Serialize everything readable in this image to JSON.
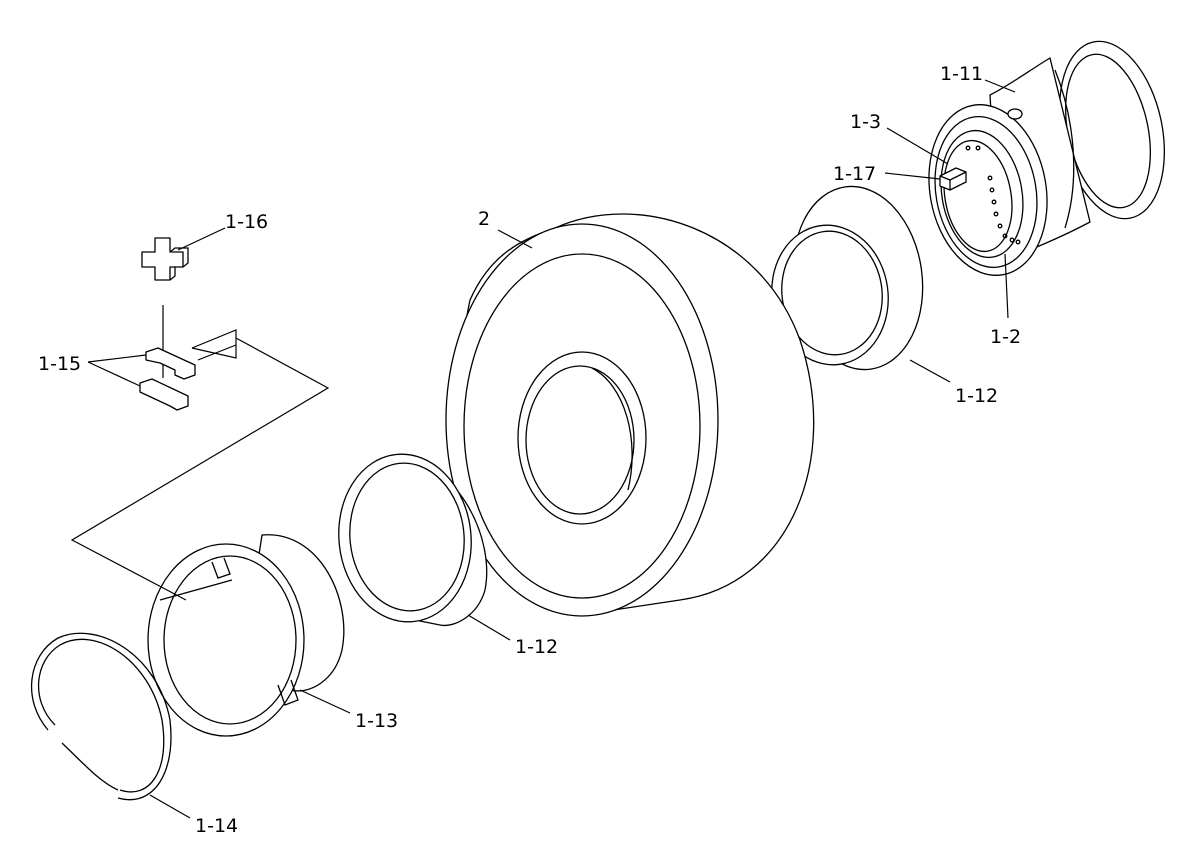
{
  "diagram": {
    "kind": "exploded-parts-view",
    "line_color": "#000000",
    "background_color": "#ffffff",
    "callouts": {
      "p1_11": "1-11",
      "p1_3": "1-3",
      "p1_17": "1-17",
      "p1_2": "1-2",
      "p1_12_right": "1-12",
      "p2": "2",
      "p1_16": "1-16",
      "p1_15": "1-15",
      "p1_12_left": "1-12",
      "p1_13": "1-13",
      "p1_14": "1-14"
    }
  }
}
